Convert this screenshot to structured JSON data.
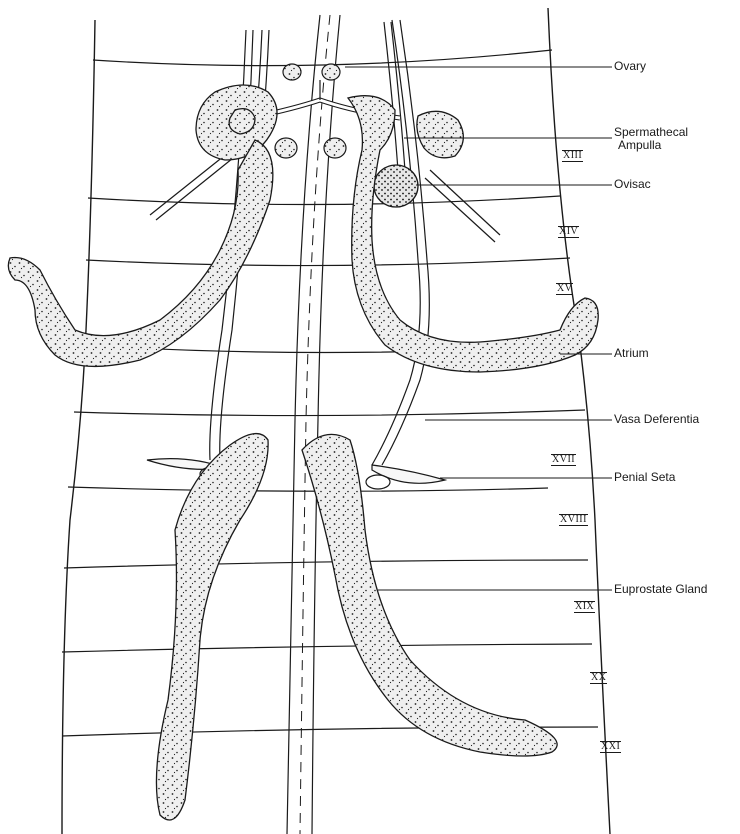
{
  "labels": {
    "ovary": "Ovary",
    "spermathecal_1": "Spermathecal",
    "spermathecal_2": "Ampulla",
    "ovisac": "Ovisac",
    "atrium": "Atrium",
    "vasa": "Vasa Deferentia",
    "penial": "Penial Seta",
    "euprostate": "Euprostate Gland"
  },
  "segments": {
    "xiii": "XIII",
    "xiv": "XIV",
    "xv": "XV",
    "xvii": "XVII",
    "xviii": "XVIII",
    "xix": "XIX",
    "xx": "XX",
    "xxi": "XXI"
  },
  "colors": {
    "ink": "#1a1a1a",
    "organ_fill": "#ececec",
    "background": "#ffffff"
  }
}
